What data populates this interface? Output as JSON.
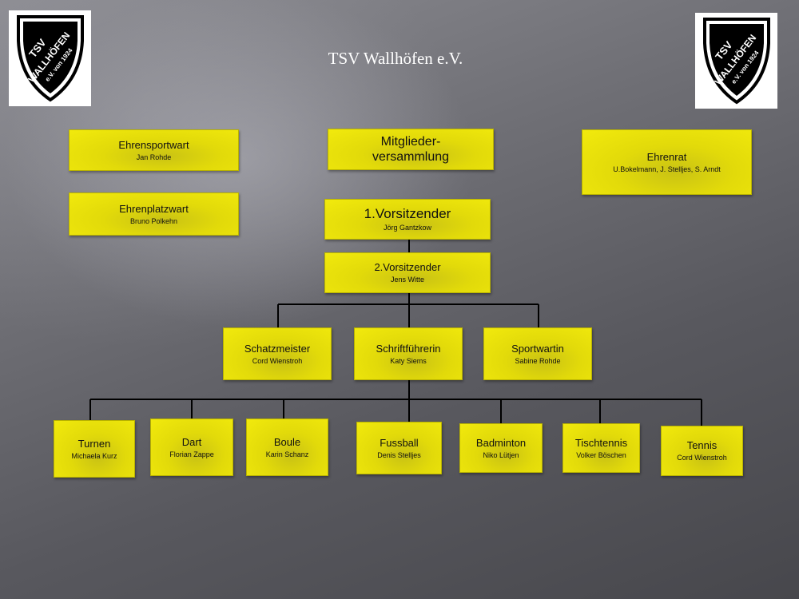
{
  "title": "TSV Wallhöfen e.V.",
  "logo": {
    "line1": "TSV",
    "line2": "WALLHÖFEN",
    "line3": "e.V. von 1924"
  },
  "honorary": {
    "sportwart": {
      "title": "Ehrensportwart",
      "name": "Jan Rohde"
    },
    "platzwart": {
      "title": "Ehrenplatzwart",
      "name": "Bruno Polkehn"
    },
    "rat": {
      "title": "Ehrenrat",
      "name": "U.Bokelmann, J. Stelljes, S. Arndt"
    }
  },
  "assembly": {
    "line1": "Mitglieder-",
    "line2": "versammlung"
  },
  "board": {
    "chair1": {
      "title": "1.Vorsitzender",
      "name": "Jörg Gantzkow"
    },
    "chair2": {
      "title": "2.Vorsitzender",
      "name": "Jens Witte"
    },
    "treasurer": {
      "title": "Schatzmeister",
      "name": "Cord Wienstroh"
    },
    "secretary": {
      "title": "Schriftführerin",
      "name": "Katy Siems"
    },
    "sports": {
      "title": "Sportwartin",
      "name": "Sabine Rohde"
    }
  },
  "departments": [
    {
      "title": "Turnen",
      "name": "Michaela Kurz"
    },
    {
      "title": "Dart",
      "name": "Florian Zappe"
    },
    {
      "title": "Boule",
      "name": "Karin Schanz"
    },
    {
      "title": "Fussball",
      "name": "Denis Stelljes"
    },
    {
      "title": "Badminton",
      "name": "Niko Lütjen"
    },
    {
      "title": "Tischtennis",
      "name": "Volker Böschen"
    },
    {
      "title": "Tennis",
      "name": "Cord Wienstroh"
    }
  ]
}
